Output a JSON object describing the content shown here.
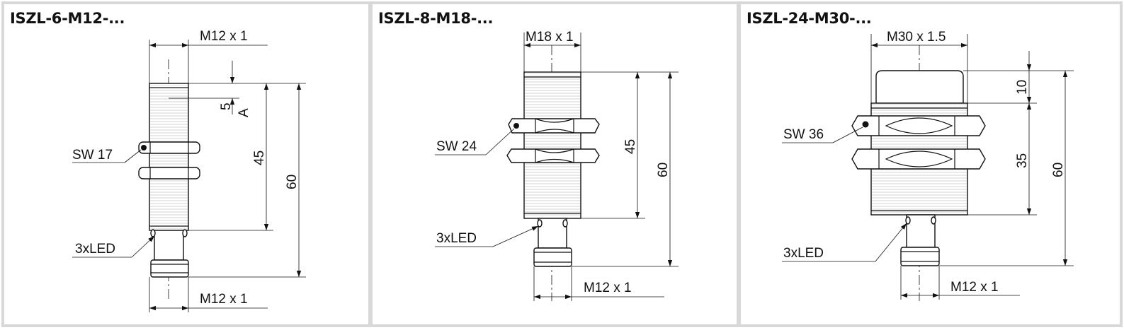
{
  "panels": [
    {
      "title": "ISZL-6-M12-...",
      "labels": {
        "thread_top": "M12 x 1",
        "dim_a_value": "5",
        "dim_a_letter": "A",
        "dim_45": "45",
        "dim_60": "60",
        "wrench": "SW 17",
        "led": "3xLED",
        "thread_bottom": "M12 x 1"
      }
    },
    {
      "title": "ISZL-8-M18-...",
      "labels": {
        "thread_top": "M18 x 1",
        "dim_45": "45",
        "dim_60": "60",
        "wrench": "SW 24",
        "led": "3xLED",
        "thread_bottom": "M12 x 1"
      }
    },
    {
      "title": "ISZL-24-M30-...",
      "labels": {
        "thread_top": "M30 x 1.5",
        "dim_10": "10",
        "dim_35": "35",
        "dim_60": "60",
        "wrench": "SW 36",
        "led": "3xLED",
        "thread_bottom": "M12 x 1"
      }
    }
  ],
  "colors": {
    "background": "#ffffff",
    "border": "#d8d8d8",
    "ink": "#111111"
  }
}
